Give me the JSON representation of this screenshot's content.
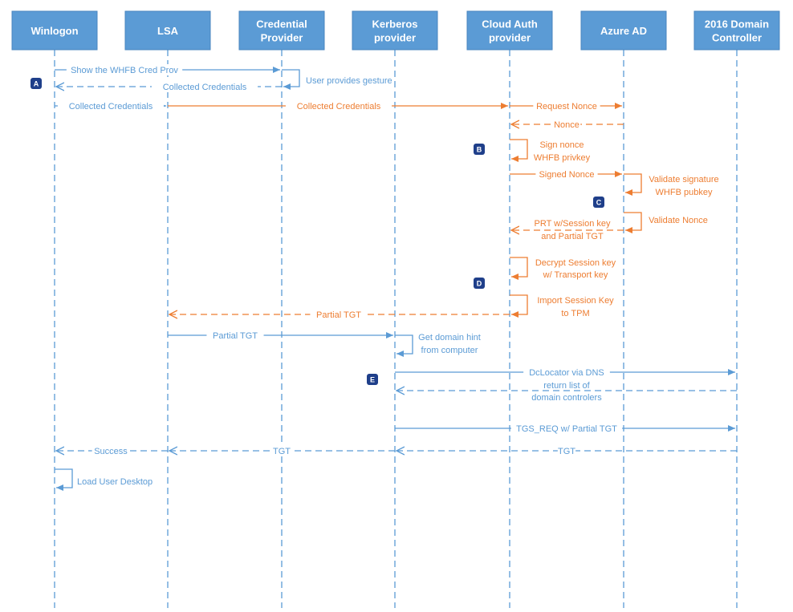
{
  "colors": {
    "blue": "#5b9bd5",
    "orange": "#ed7d31",
    "badge": "#1f3f8a",
    "actor_text": "#ffffff"
  },
  "actors": [
    {
      "id": "winlogon",
      "label": [
        "Winlogon"
      ]
    },
    {
      "id": "lsa",
      "label": [
        "LSA"
      ]
    },
    {
      "id": "credential-provider",
      "label": [
        "Credential",
        "Provider"
      ]
    },
    {
      "id": "kerberos-provider",
      "label": [
        "Kerberos",
        "provider"
      ]
    },
    {
      "id": "cloud-auth-provider",
      "label": [
        "Cloud Auth",
        "provider"
      ]
    },
    {
      "id": "azure-ad",
      "label": [
        "Azure AD"
      ]
    },
    {
      "id": "domain-controller",
      "label": [
        "2016 Domain",
        "Controller"
      ]
    }
  ],
  "messages": [
    {
      "name": "show-cred-prov",
      "from": 0,
      "to": 2,
      "style": "solid",
      "color": "blue",
      "label": [
        "Show the WHFB Cred Prov"
      ]
    },
    {
      "name": "user-provides-gesture",
      "from": 2,
      "to": 2,
      "style": "self",
      "color": "blue",
      "label": [
        "User provides gesture"
      ]
    },
    {
      "name": "collected-credentials-return",
      "from": 2,
      "to": 0,
      "style": "dashed",
      "color": "blue",
      "label": [
        "Collected Credentials"
      ]
    },
    {
      "name": "collected-credentials-to-lsa",
      "from": 0,
      "to": 1,
      "style": "solid",
      "color": "blue",
      "label": [
        "Collected Credentials"
      ]
    },
    {
      "name": "collected-credentials-to-cloud",
      "from": 1,
      "to": 4,
      "style": "solid",
      "color": "orange",
      "label": [
        "Collected Credentials"
      ]
    },
    {
      "name": "request-nonce",
      "from": 4,
      "to": 5,
      "style": "solid",
      "color": "orange",
      "label": [
        "Request Nonce"
      ]
    },
    {
      "name": "nonce-return",
      "from": 5,
      "to": 4,
      "style": "dashed",
      "color": "orange",
      "label": [
        "Nonce"
      ]
    },
    {
      "name": "sign-nonce",
      "from": 4,
      "to": 4,
      "style": "self",
      "color": "orange",
      "label": [
        "Sign nonce",
        "WHFB privkey"
      ]
    },
    {
      "name": "signed-nonce",
      "from": 4,
      "to": 5,
      "style": "solid",
      "color": "orange",
      "label": [
        "Signed Nonce"
      ]
    },
    {
      "name": "validate-signature",
      "from": 5,
      "to": 5,
      "style": "self",
      "color": "orange",
      "label": [
        "Validate signature",
        "WHFB pubkey"
      ]
    },
    {
      "name": "validate-nonce",
      "from": 5,
      "to": 5,
      "style": "self",
      "color": "orange",
      "label": [
        "Validate Nonce"
      ]
    },
    {
      "name": "prt-return",
      "from": 5,
      "to": 4,
      "style": "dashed",
      "color": "orange",
      "label": [
        "PRT w/Session key",
        "and Partial TGT"
      ]
    },
    {
      "name": "decrypt-session-key",
      "from": 4,
      "to": 4,
      "style": "self",
      "color": "orange",
      "label": [
        "Decrypt Session key",
        "w/ Transport key"
      ]
    },
    {
      "name": "import-session-key",
      "from": 4,
      "to": 4,
      "style": "self",
      "color": "orange",
      "label": [
        "Import Session Key",
        "to TPM"
      ]
    },
    {
      "name": "partial-tgt-to-lsa",
      "from": 4,
      "to": 1,
      "style": "dashed",
      "color": "orange",
      "label": [
        "Partial TGT"
      ]
    },
    {
      "name": "partial-tgt-to-kerberos",
      "from": 1,
      "to": 3,
      "style": "solid",
      "color": "blue",
      "label": [
        "Partial TGT"
      ]
    },
    {
      "name": "get-domain-hint",
      "from": 3,
      "to": 3,
      "style": "self",
      "color": "blue",
      "label": [
        "Get domain hint",
        "from computer"
      ]
    },
    {
      "name": "dclocator-via-dns",
      "from": 3,
      "to": 6,
      "style": "solid",
      "color": "blue",
      "label": [
        "DcLocator via DNS"
      ]
    },
    {
      "name": "return-dc-list",
      "from": 6,
      "to": 3,
      "style": "dashed",
      "color": "blue",
      "label": [
        "return list of",
        "domain controlers"
      ]
    },
    {
      "name": "tgs-req",
      "from": 3,
      "to": 6,
      "style": "solid",
      "color": "blue",
      "label": [
        "TGS_REQ w/ Partial TGT"
      ]
    },
    {
      "name": "tgt-dc-to-kerberos",
      "from": 6,
      "to": 3,
      "style": "dashed",
      "color": "blue",
      "label": [
        "TGT"
      ]
    },
    {
      "name": "tgt-kerberos-to-lsa",
      "from": 3,
      "to": 1,
      "style": "dashed",
      "color": "blue",
      "label": [
        "TGT"
      ]
    },
    {
      "name": "success",
      "from": 1,
      "to": 0,
      "style": "dashed",
      "color": "blue",
      "label": [
        "Success"
      ]
    },
    {
      "name": "load-user-desktop",
      "from": 0,
      "to": 0,
      "style": "self",
      "color": "blue",
      "label": [
        "Load User Desktop"
      ]
    }
  ],
  "badges": [
    {
      "text": "A"
    },
    {
      "text": "B"
    },
    {
      "text": "C"
    },
    {
      "text": "D"
    },
    {
      "text": "E"
    }
  ]
}
